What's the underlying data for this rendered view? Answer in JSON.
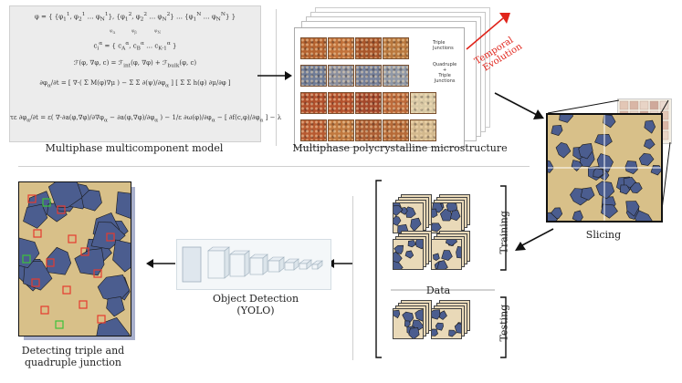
{
  "captions": {
    "model": "Multiphase multicomponent model",
    "microstructure": "Multiphase polycrystalline microstructure",
    "temporal": [
      "Temporal",
      "Evolution"
    ],
    "slicing": "Slicing",
    "training": "Training",
    "data": "Data",
    "testing": "Testing",
    "detection": [
      "Object Detection",
      "(YOLO)"
    ],
    "junction": [
      "Detecting triple and",
      "quadruple junction"
    ]
  },
  "row_labels": {
    "row1": [
      "Triple",
      "Junctions"
    ],
    "row2": [
      "Quadruple",
      "+",
      "Triple",
      "Junctions"
    ]
  },
  "colors": {
    "grain_blue": "#4b5d8f",
    "grain_tan": "#d8c089",
    "triple_box": "#e53a2f",
    "quad_box": "#3cc23a",
    "arrow": "#111111",
    "temporal_red": "#e0241b"
  }
}
